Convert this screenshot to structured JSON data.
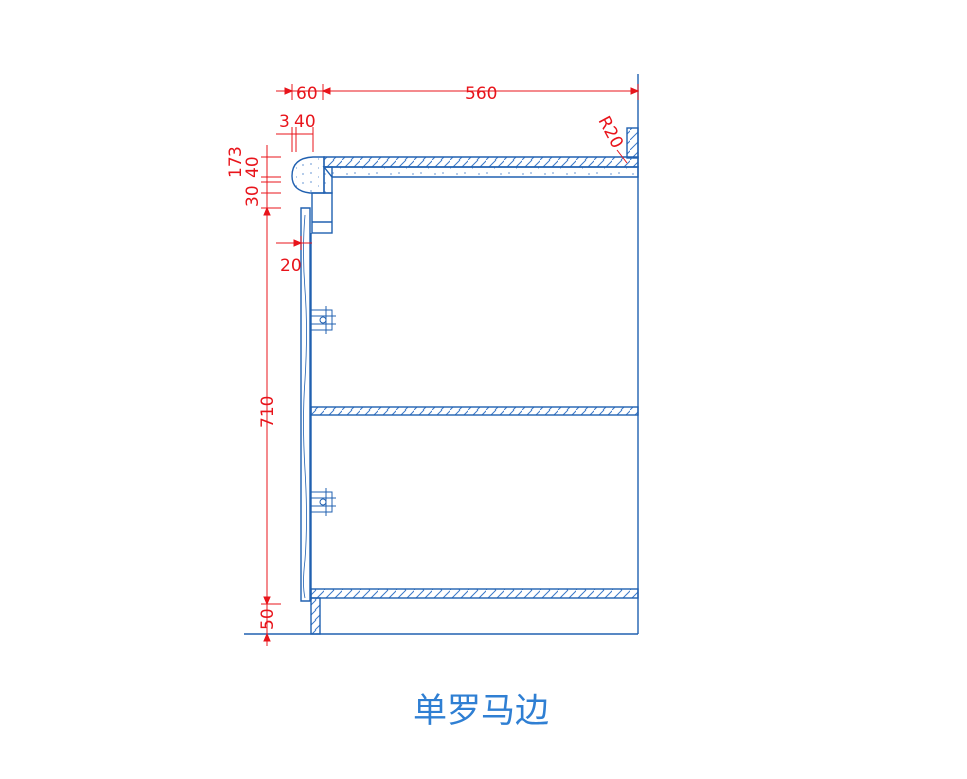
{
  "colors": {
    "outline": "#2060b0",
    "dimension": "#e8141b",
    "title": "#2f7fd3",
    "hatch": "#3a78c8"
  },
  "dimensions": {
    "d60": "60",
    "d560": "560",
    "d3": "3",
    "d40a": "40",
    "d17": "17",
    "d3b": "3",
    "d40b": "40",
    "d30": "30",
    "d20": "20",
    "d710": "710",
    "d50": "50",
    "r20": "R20"
  },
  "title": "单罗马边"
}
